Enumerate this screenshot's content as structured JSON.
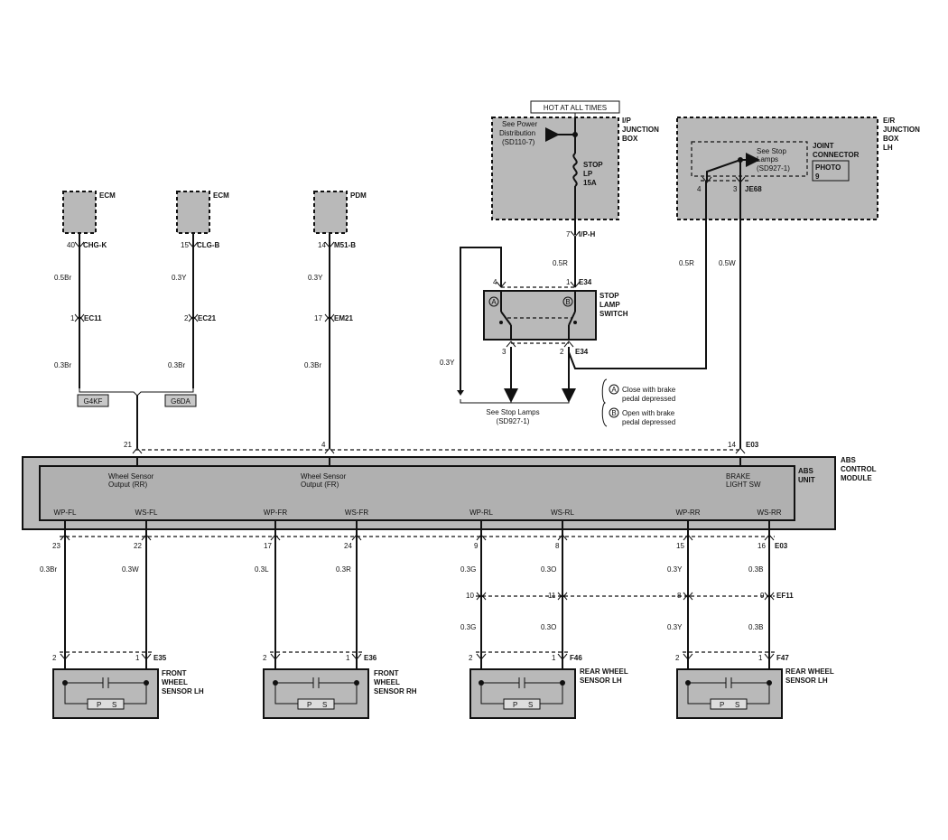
{
  "top": {
    "hot": "HOT AT ALL TIMES",
    "ip_box": [
      "I/P",
      "JUNCTION",
      "BOX"
    ],
    "see_power": [
      "See Power",
      "Distribution",
      "(SD110-7)"
    ],
    "fuse": [
      "STOP",
      "LP",
      "15A"
    ],
    "er_box": [
      "E/R",
      "JUNCTION",
      "BOX",
      "LH"
    ],
    "joint_connector": [
      "JOINT",
      "CONNECTOR"
    ],
    "photo": [
      "PHOTO",
      "9"
    ],
    "see_stop_top": [
      "See Stop",
      "Lamps",
      "(SD927-1)"
    ],
    "je68": "JE68",
    "je68_pin4": "4",
    "je68_pin3": "3",
    "ip_pin": "7",
    "ip_conn": "I/P-H"
  },
  "modules": {
    "ecm1": "ECM",
    "ecm2": "ECM",
    "pdm": "PDM",
    "pin1": "40",
    "conn1": "CHG-K",
    "pin2": "15",
    "conn2": "CLG-B",
    "pin3": "14",
    "conn3": "M51-B"
  },
  "upper_wires": {
    "w1": "0.5Br",
    "w2": "0.3Y",
    "w3": "0.3Y",
    "ec11_pin": "1",
    "ec11": "EC11",
    "ec21_pin": "2",
    "ec21": "EC21",
    "em21_pin": "17",
    "em21": "EM21",
    "w4": "0.3Br",
    "w5": "0.3Br",
    "w6": "0.3Br",
    "g4kf": "G4KF",
    "g6da": "G6DA",
    "w_stop_in": "0.5R",
    "w_je4": "0.5R",
    "w_je3": "0.5W",
    "w_left": "0.3Y"
  },
  "switch": {
    "label": [
      "STOP",
      "LAMP",
      "SWITCH"
    ],
    "e34_top": "E34",
    "e34_bottom": "E34",
    "pin4": "4",
    "pin1": "1",
    "pin3": "3",
    "pin2": "2",
    "see_stop": [
      "See Stop Lamps",
      "(SD927-1)"
    ],
    "legend_a": [
      "Close with brake",
      "pedal depressed"
    ],
    "legend_b": [
      "Open with brake",
      "pedal depressed"
    ],
    "a": "A",
    "b": "B"
  },
  "abs": {
    "module": [
      "ABS",
      "CONTROL",
      "MODULE"
    ],
    "unit": [
      "ABS",
      "UNIT"
    ],
    "out_rr": [
      "Wheel Sensor",
      "Output (RR)"
    ],
    "out_fr": [
      "Wheel Sensor",
      "Output (FR)"
    ],
    "brake": [
      "BRAKE",
      "LIGHT SW"
    ],
    "pin21": "21",
    "pin4": "4",
    "pin14": "14",
    "e03_top": "E03",
    "e03_bottom": "E03",
    "terminals": [
      "WP-FL",
      "WS-FL",
      "WP-FR",
      "WS-FR",
      "WP-RL",
      "WS-RL",
      "WP-RR",
      "WS-RR"
    ],
    "pins": [
      "23",
      "22",
      "17",
      "24",
      "9",
      "8",
      "15",
      "16"
    ]
  },
  "lower_wires": {
    "top": [
      "0.3Br",
      "0.3W",
      "0.3L",
      "0.3R",
      "0.3G",
      "0.3O",
      "0.3Y",
      "0.3B"
    ],
    "ef11_pins": [
      "10",
      "11",
      "8",
      "9"
    ],
    "ef11": "EF11",
    "bottom": [
      "0.3G",
      "0.3O",
      "0.3Y",
      "0.3B"
    ]
  },
  "sensors": [
    {
      "pin2": "2",
      "pin1": "1",
      "conn": "E35",
      "name": [
        "FRONT",
        "WHEEL",
        "SENSOR LH"
      ]
    },
    {
      "pin2": "2",
      "pin1": "1",
      "conn": "E36",
      "name": [
        "FRONT",
        "WHEEL",
        "SENSOR RH"
      ]
    },
    {
      "pin2": "2",
      "pin1": "1",
      "conn": "F46",
      "name": [
        "REAR WHEEL",
        "SENSOR LH"
      ]
    },
    {
      "pin2": "2",
      "pin1": "1",
      "conn": "F47",
      "name": [
        "REAR WHEEL",
        "SENSOR LH"
      ]
    }
  ],
  "sensor_ps": [
    "P",
    "S"
  ]
}
